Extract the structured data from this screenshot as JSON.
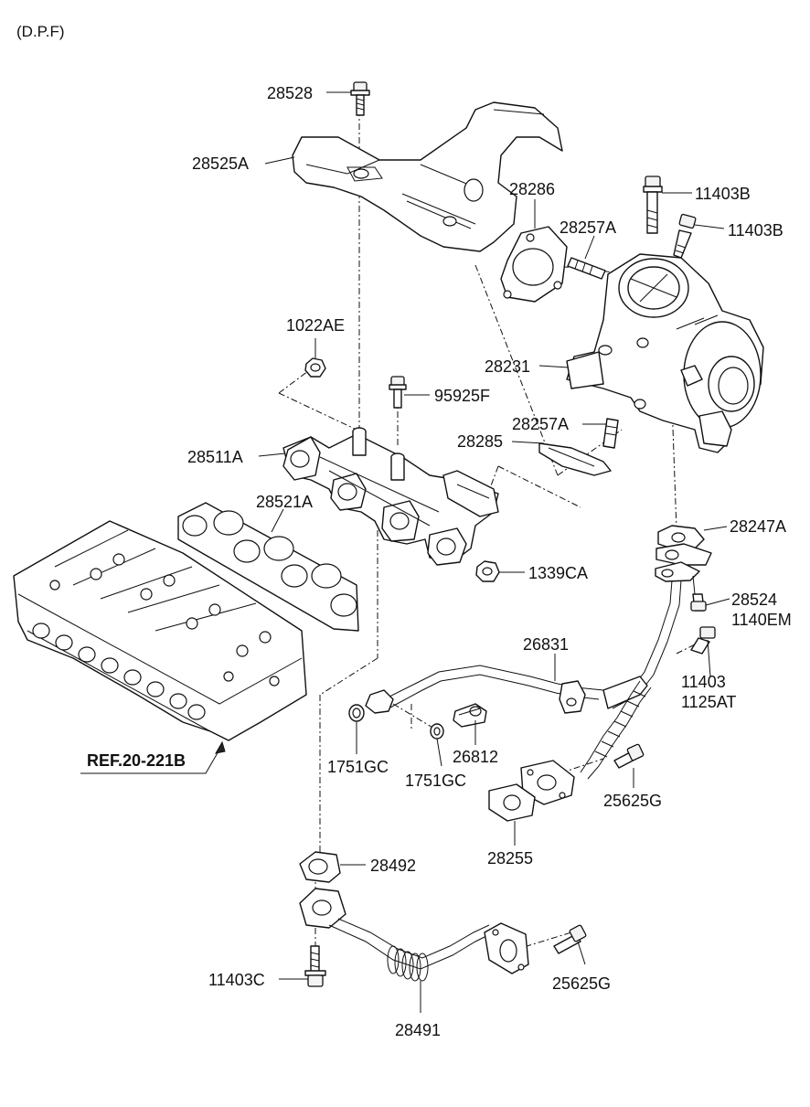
{
  "diagram": {
    "title": "(D.P.F)",
    "reference": "REF.20-221B",
    "labels": {
      "p28528": "28528",
      "p28525A": "28525A",
      "p28286": "28286",
      "p11403B_1": "11403B",
      "p28257A_1": "28257A",
      "p11403B_2": "11403B",
      "p1022AE": "1022AE",
      "p28231": "28231",
      "p95925F": "95925F",
      "p28257A_2": "28257A",
      "p28285": "28285",
      "p28511A": "28511A",
      "p28521A": "28521A",
      "p28247A": "28247A",
      "p1339CA": "1339CA",
      "p28524": "28524",
      "p1140EM": "1140EM",
      "p26831": "26831",
      "p11403": "11403",
      "p1125AT": "1125AT",
      "p1751GC_1": "1751GC",
      "p26812": "26812",
      "p1751GC_2": "1751GC",
      "p25625G_1": "25625G",
      "p28255": "28255",
      "p28492": "28492",
      "p11403C": "11403C",
      "p25625G_2": "25625G",
      "p28491": "28491"
    }
  }
}
